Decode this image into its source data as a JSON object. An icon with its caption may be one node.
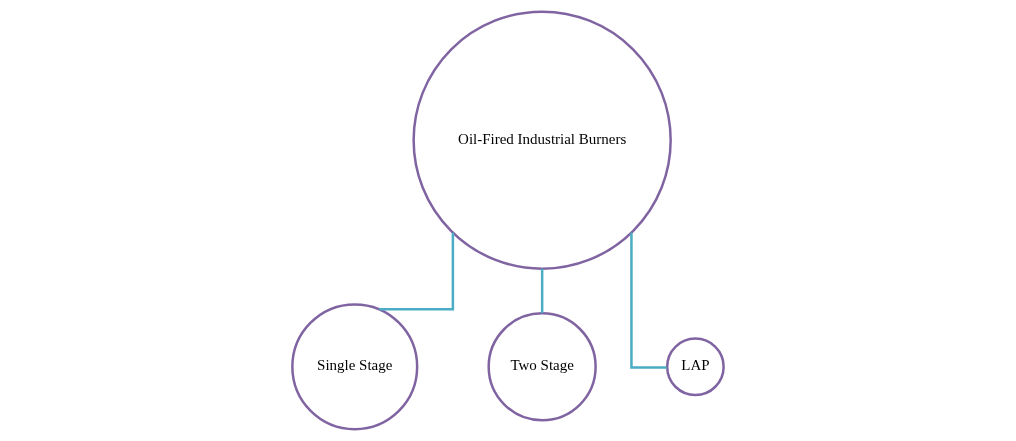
{
  "diagram": {
    "nodes": [
      {
        "text": [
          "Oil-Fired Industrial Burners"
        ]
      },
      {
        "text": [
          "Single Stage"
        ]
      },
      {
        "text": [
          "Two Stage"
        ]
      },
      {
        "text": [
          "LAP"
        ]
      }
    ],
    "edges": [
      {
        "from": 0,
        "to": 1,
        "arrow": "none"
      },
      {
        "from": 0,
        "to": 2,
        "arrow": "none"
      },
      {
        "from": 0,
        "to": 3,
        "arrow": "none"
      }
    ]
  }
}
